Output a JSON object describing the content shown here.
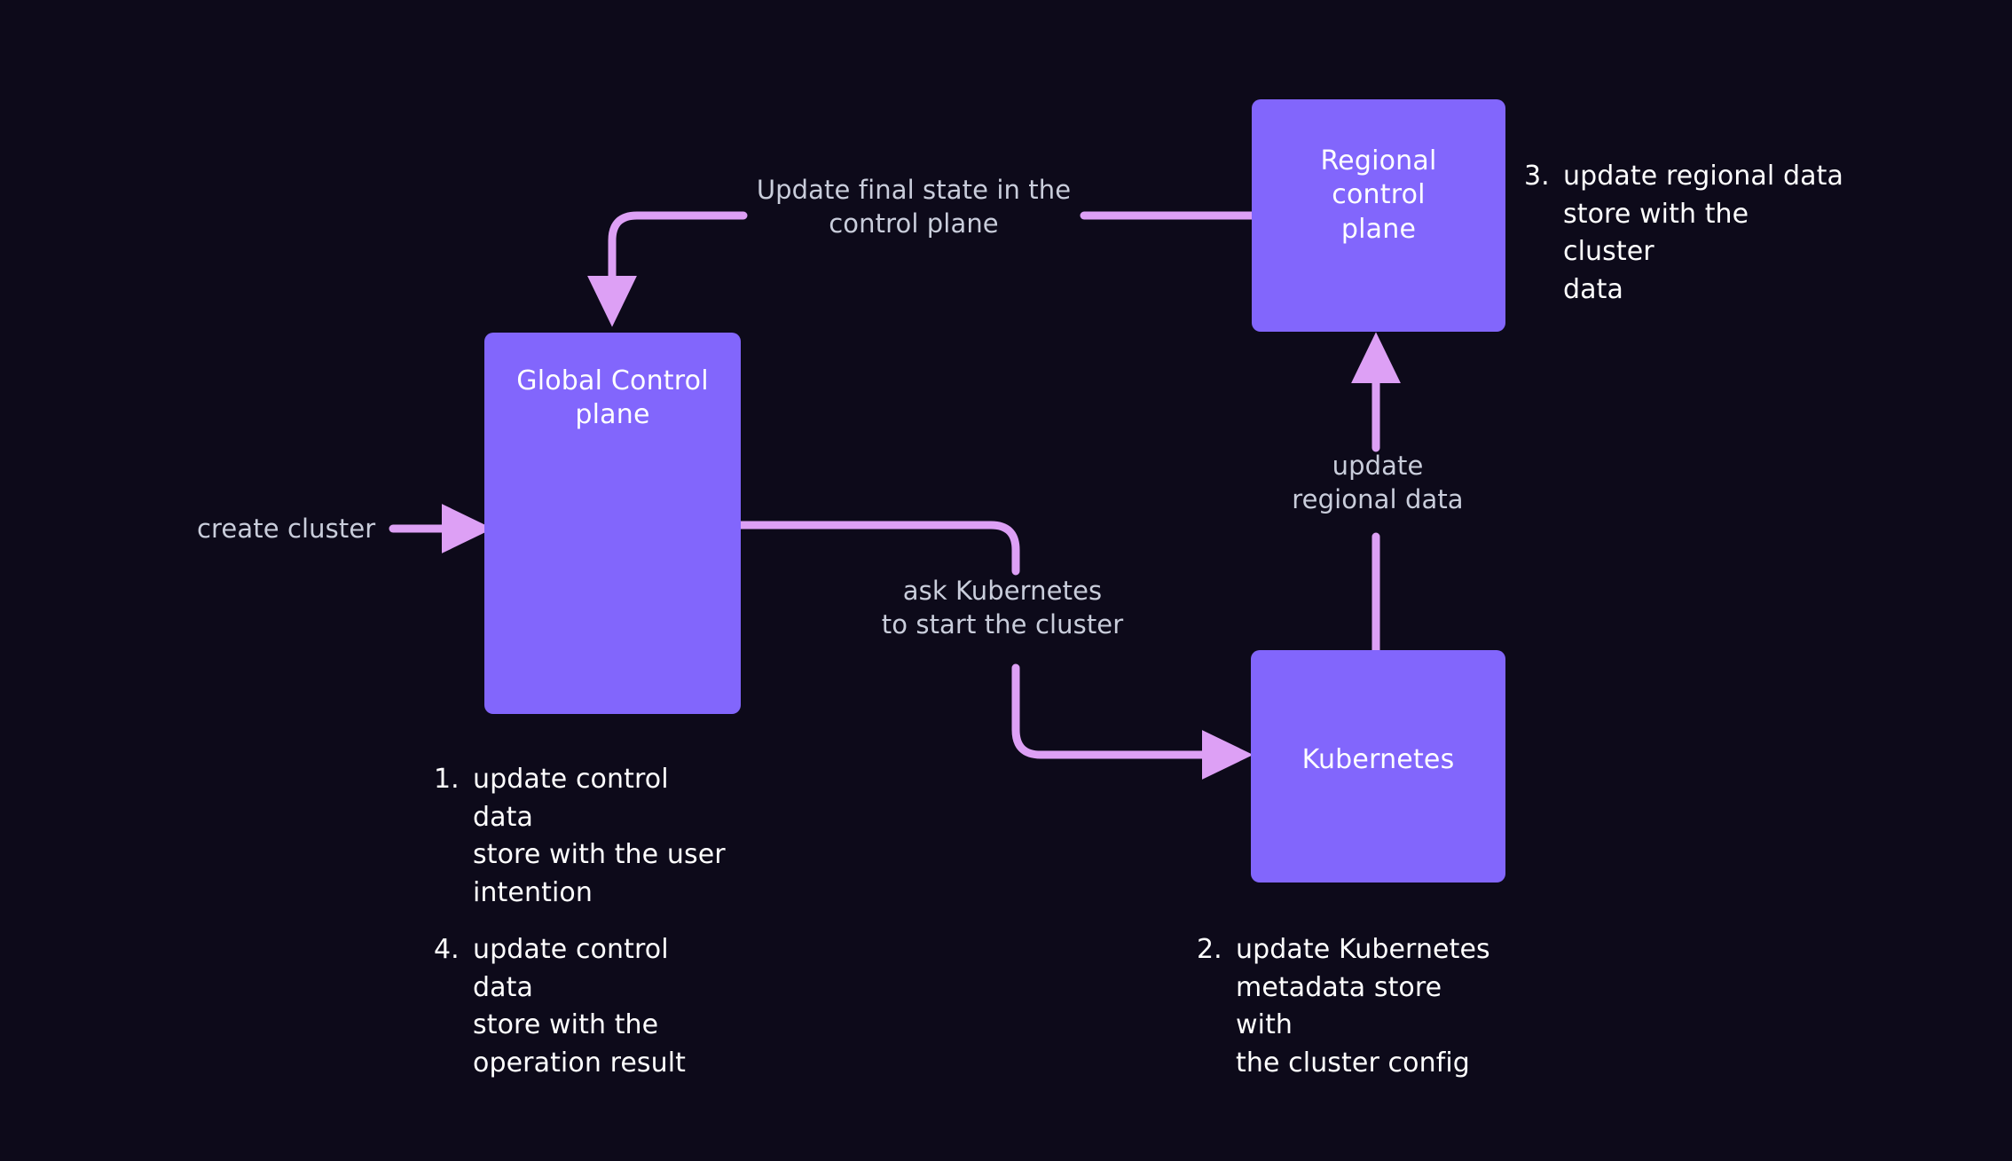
{
  "diagram": {
    "title": "Cluster creation control-plane flow",
    "background_color": "#0d0a1a",
    "node_color": "#8266fc",
    "arrow_color": "#dda0f5",
    "node_text_color": "#ffffff",
    "edge_label_color": "#c9cddb",
    "annotation_text_color": "#ffffff"
  },
  "nodes": {
    "global_control_plane": {
      "label": "Global Control\nplane"
    },
    "regional_control_plane": {
      "label": "Regional\ncontrol\nplane"
    },
    "kubernetes": {
      "label": "Kubernetes"
    }
  },
  "edge_labels": {
    "create_cluster": "create cluster",
    "update_final_state": "Update final state in the\ncontrol plane",
    "ask_kubernetes": "ask Kubernetes\nto start the cluster",
    "update_regional_data": "update\nregional data"
  },
  "annotations": [
    {
      "number": "1.",
      "text": "update control data\nstore with the user\nintention"
    },
    {
      "number": "2.",
      "text": "update Kubernetes\nmetadata store with\nthe cluster config"
    },
    {
      "number": "3.",
      "text": "update regional data\nstore with the cluster\ndata"
    },
    {
      "number": "4.",
      "text": "update control data\nstore with the\noperation result"
    }
  ]
}
